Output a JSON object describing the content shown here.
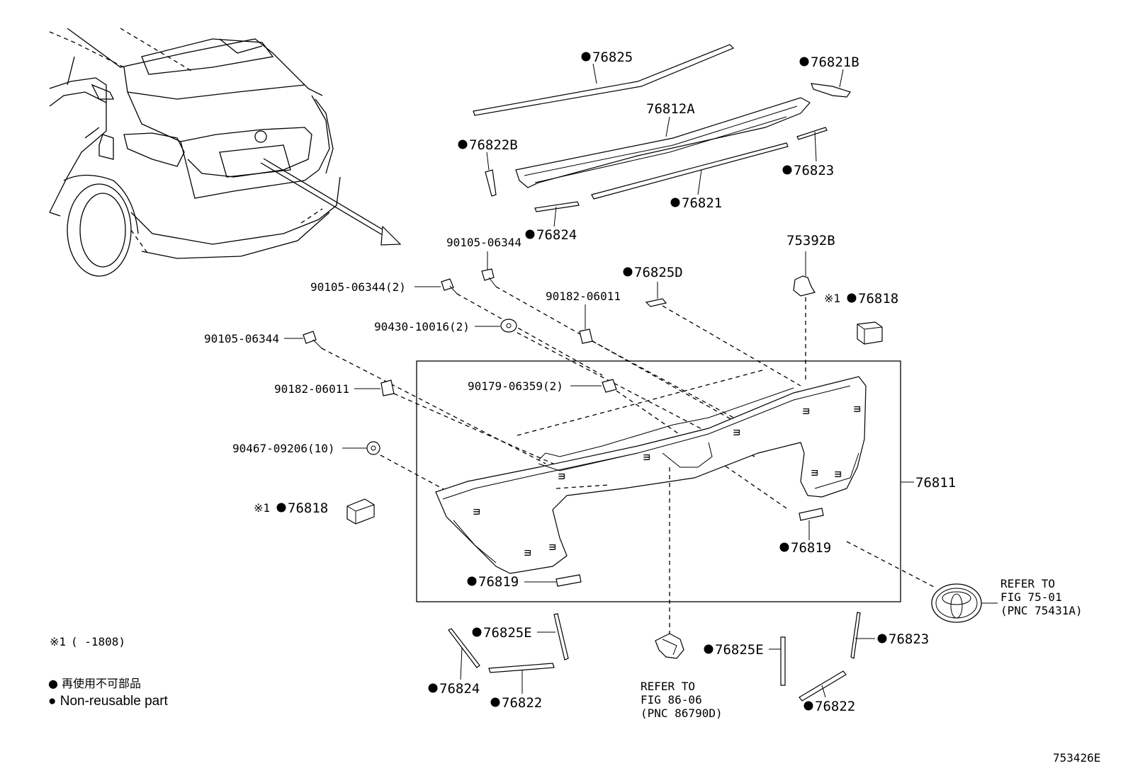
{
  "figure_id": "753426E",
  "legend": {
    "note_mark": "※1",
    "note_range": "(      -1808)",
    "nonreusable_jp": "● 再使用不可部品",
    "nonreusable_en": "● Non-reusable part"
  },
  "refs": {
    "emblem_ref": [
      "REFER TO",
      "FIG 75-01",
      "(PNC 75431A)"
    ],
    "camera_ref": [
      "REFER TO",
      "FIG 86-06",
      "(PNC 86790D)"
    ]
  },
  "parts": {
    "p76825": "76825",
    "p76821B": "76821B",
    "p76812A": "76812A",
    "p76822B": "76822B",
    "p76823_top": "76823",
    "p76821": "76821",
    "p76824_top": "76824",
    "p90105_top": "90105-06344",
    "p75392B": "75392B",
    "p90105_2": "90105-06344(2)",
    "p76825D": "76825D",
    "p90182_top": "90182-06011",
    "p76818_right": "76818",
    "p90430": "90430-10016(2)",
    "p90105_left": "90105-06344",
    "p90182_left": "90182-06011",
    "p90179": "90179-06359(2)",
    "p90467": "90467-09206(10)",
    "p76811": "76811",
    "p76818_left": "76818",
    "p76819_right": "76819",
    "p76819_left": "76819",
    "p76825E_left": "76825E",
    "p76825E_right": "76825E",
    "p76823_bottom": "76823",
    "p76824_bottom": "76824",
    "p76822_left": "76822",
    "p76822_right": "76822"
  }
}
